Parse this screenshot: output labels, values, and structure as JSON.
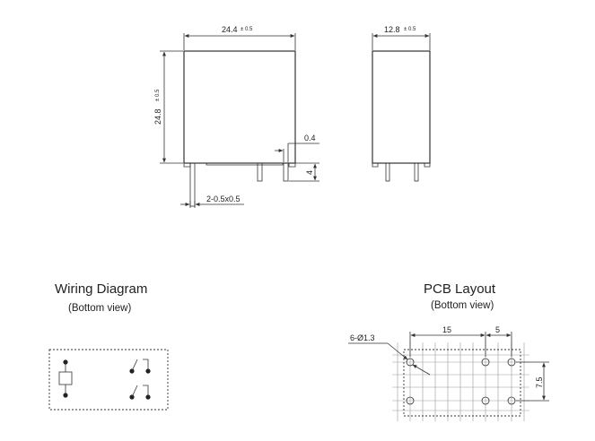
{
  "dimensions": {
    "width": "24.4",
    "width_tol": "± 0.5",
    "height": "24.8",
    "height_tol": "± 0.5",
    "depth": "12.8",
    "depth_tol": "± 0.5",
    "pin_thickness": "0.4",
    "pin_length": "4",
    "pins": "2-0.5x0.5"
  },
  "wiring": {
    "title": "Wiring Diagram",
    "subtitle": "(Bottom view)"
  },
  "pcb": {
    "title": "PCB Layout",
    "subtitle": "(Bottom view)",
    "holes": "6-Ø1.3",
    "spacing_a": "15",
    "spacing_b": "5",
    "spacing_c": "7.5"
  }
}
